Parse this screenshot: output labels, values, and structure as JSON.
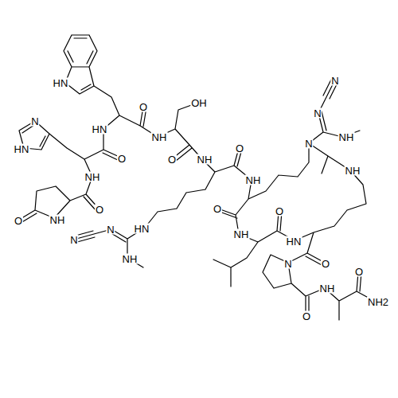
{
  "diagram": {
    "labels": [
      "HN",
      "N",
      "HN",
      "HN",
      "O",
      "NH",
      "OH",
      "O",
      "O",
      "NH",
      "NH",
      "O",
      "O",
      "O",
      "NH",
      "HN",
      "N",
      "N",
      "NH",
      "NH",
      "N",
      "N",
      "N",
      "NH",
      "NH",
      "O",
      "NH",
      "O",
      "HN",
      "O",
      "N",
      "O",
      "NH",
      "O",
      "NH2"
    ]
  }
}
